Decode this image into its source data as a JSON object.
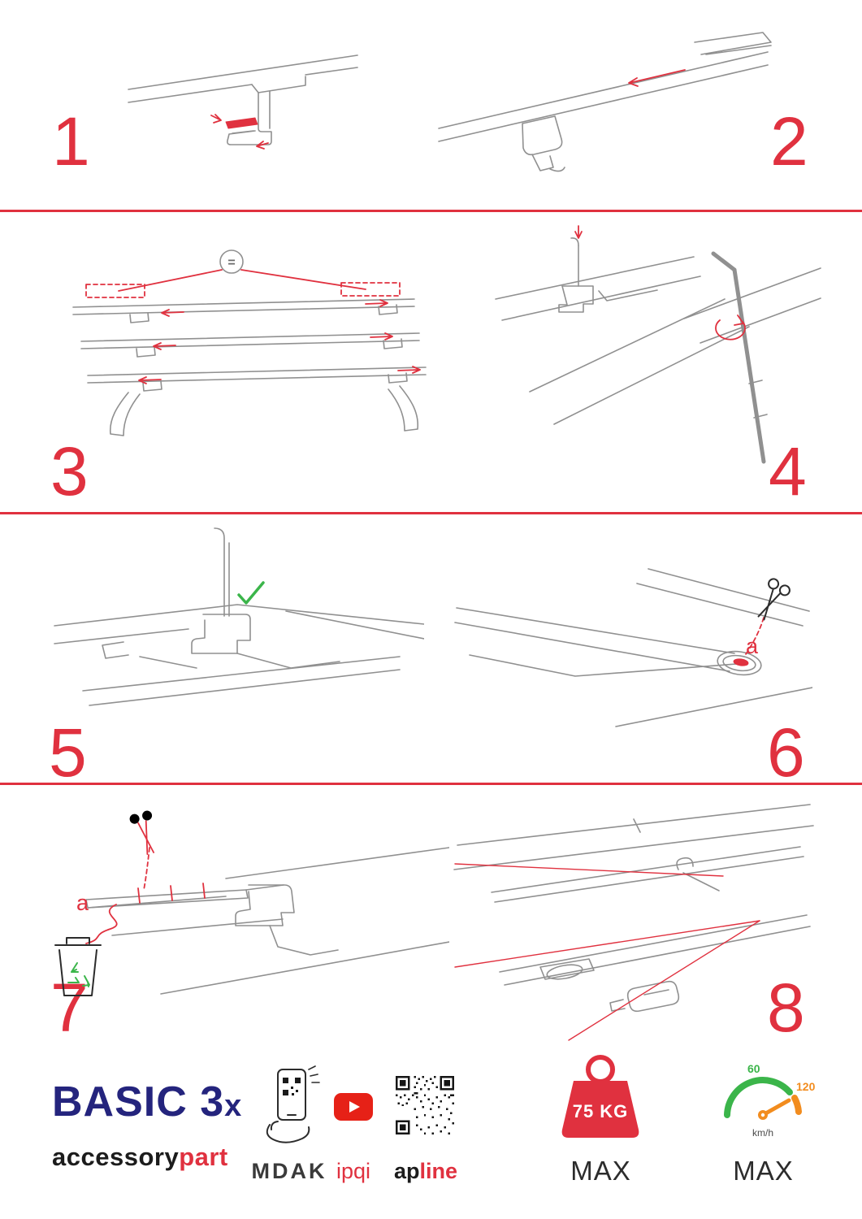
{
  "accent": "#e0313f",
  "steps": [
    "1",
    "2",
    "3",
    "4",
    "5",
    "6",
    "7",
    "8"
  ],
  "annotations": {
    "equals": "=",
    "cut_label_6": "a",
    "cut_label_7": "a"
  },
  "icons": {
    "scissors": "✂",
    "recycle": "♻",
    "check": "✓",
    "youtube-play": "▶",
    "trash": "bin-outline",
    "phone-qr": "phone-with-qr-code",
    "qr-code": "qr-code",
    "weight": "kettlebell",
    "speedometer": "gauge"
  },
  "footer": {
    "product_name": "BASIC 3",
    "product_qty": "x",
    "brand_black": "accessory",
    "brand_red": "part",
    "logo_mdak": "MDAK",
    "logo_ipqi": "ipqi",
    "logo_ap": "ap",
    "logo_line": "line"
  },
  "limits": {
    "weight_value": "75 KG",
    "weight_max": "MAX",
    "speed_low": "60",
    "speed_high": "120",
    "speed_unit": "km/h",
    "speed_max": "MAX"
  }
}
